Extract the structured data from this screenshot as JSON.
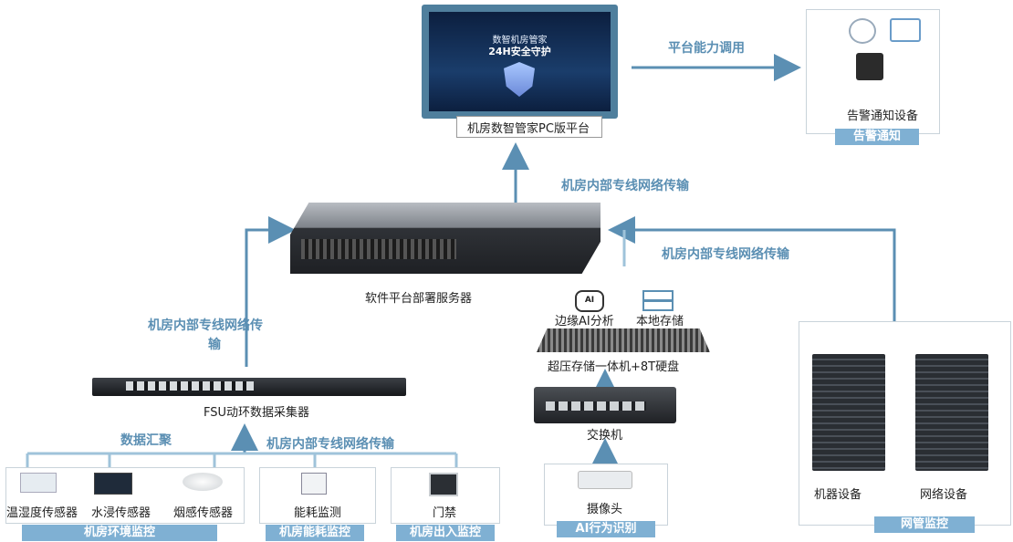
{
  "pc_platform": {
    "label": "机房数智管家PC版平台",
    "screen_title_1": "数智机房管家",
    "screen_title_2": "24H安全守护"
  },
  "alarm": {
    "device_label": "告警通知设备",
    "tag": "告警通知"
  },
  "platform_call": "平台能力调用",
  "network_transfer": "机房内部专线网络传输",
  "server": {
    "label": "软件平台部署服务器"
  },
  "storage": {
    "ai_label": "边缘AI分析",
    "local_label": "本地存储",
    "box_label": "超压存储一体机+8T硬盘"
  },
  "switch": {
    "label": "交换机"
  },
  "camera": {
    "label": "摄像头",
    "tag": "AI行为识别"
  },
  "fsu": {
    "label": "FSU动环数据采集器"
  },
  "left_transfer": {
    "line1": "机房内部专线网络传",
    "line2": "输"
  },
  "aggregate": "数据汇聚",
  "env": {
    "items": [
      "温湿度传感器",
      "水浸传感器",
      "烟感传感器"
    ],
    "tag": "机房环境监控"
  },
  "energy": {
    "item": "能耗监测",
    "tag": "机房能耗监控"
  },
  "access": {
    "item": "门禁",
    "tag": "机房出入监控"
  },
  "netmgmt": {
    "items": [
      "机器设备",
      "网络设备"
    ],
    "tag": "网管监控"
  },
  "colors": {
    "accent": "#7fb0d3",
    "line": "#5b8fb3",
    "frame": "#4f7f9d"
  }
}
